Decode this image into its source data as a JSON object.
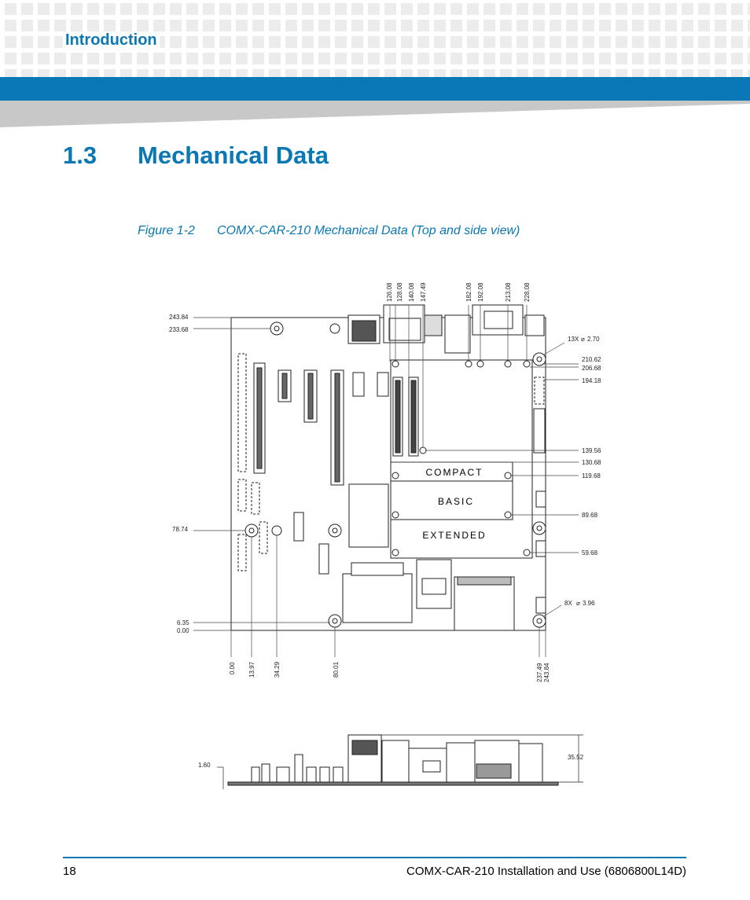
{
  "header": {
    "section_name": "Introduction"
  },
  "section": {
    "number": "1.3",
    "title": "Mechanical Data"
  },
  "figure": {
    "number": "Figure 1-2",
    "caption": "COMX-CAR-210 Mechanical Data (Top and side view)"
  },
  "drawing": {
    "top_dims": [
      "126.08",
      "128.08",
      "140.08",
      "147.49",
      "182.08",
      "192.08",
      "213.08",
      "228.08"
    ],
    "left_dims": [
      "243.84",
      "233.68",
      "78.74",
      "6.35",
      "0.00"
    ],
    "right_dims": [
      "210.62",
      "206.68",
      "194.18",
      "139.56",
      "130.68",
      "119.68",
      "89.68",
      "59.68"
    ],
    "bottom_dims": [
      "0.00",
      "13.97",
      "34.29",
      "80.01",
      "237.49",
      "243.84"
    ],
    "callout_13x": "13X",
    "callout_13x_dia": "2.70",
    "callout_8x": "8X",
    "callout_8x_dia": "3.96",
    "zone_compact": "COMPACT",
    "zone_basic": "BASIC",
    "zone_extended": "EXTENDED",
    "side_height": "35.52",
    "side_thickness": "1.60"
  },
  "footer": {
    "page_number": "18",
    "doc_title": "COMX-CAR-210 Installation and Use (6806800L14D)"
  },
  "colors": {
    "accent": "#0a78b4",
    "pattern": "#ececec",
    "wedge": "#c8c8c8"
  }
}
